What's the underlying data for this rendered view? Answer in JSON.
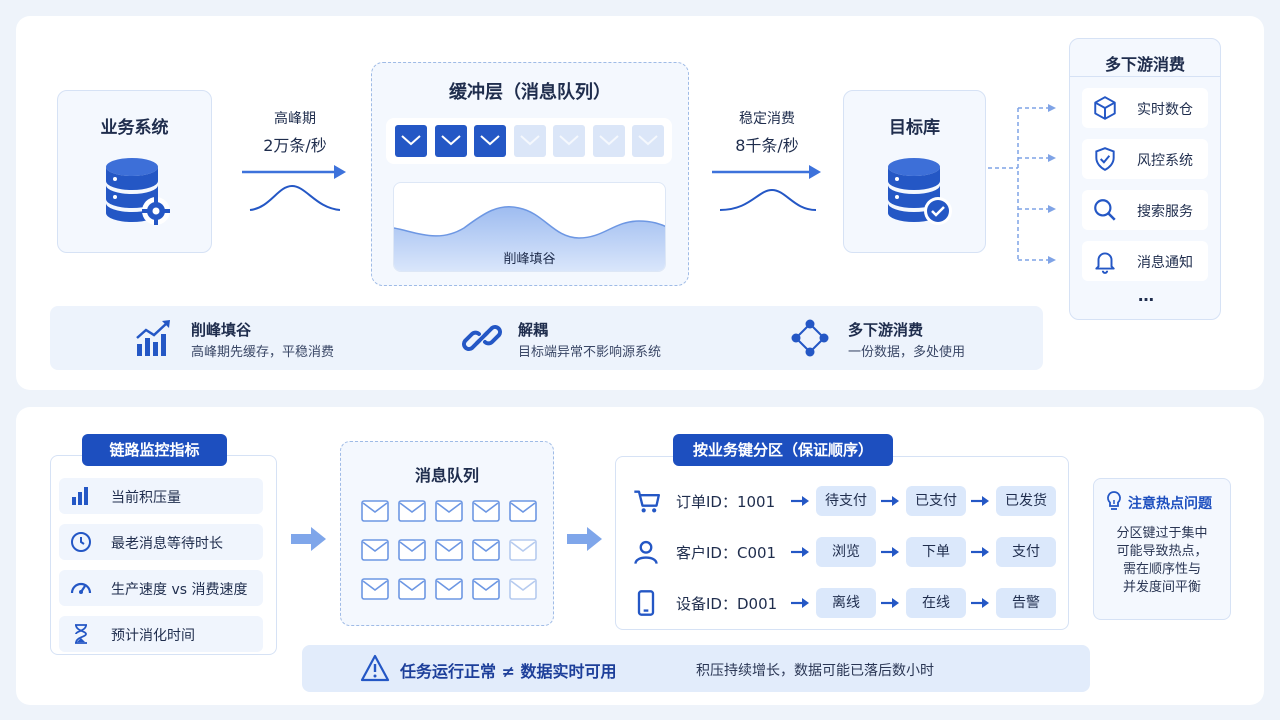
{
  "top": {
    "business_system": {
      "title": "业务系统",
      "icon": "database-gear-icon"
    },
    "peak_input": {
      "label": "高峰期",
      "rate": "2万条/秒"
    },
    "buffer": {
      "title": "缓冲层（消息队列）",
      "caption": "削峰填谷",
      "filled_slots": 3,
      "total_slots": 7
    },
    "stable_output": {
      "label": "稳定消费",
      "rate": "8千条/秒"
    },
    "target_db": {
      "title": "目标库",
      "icon": "database-check-icon"
    },
    "downstream": {
      "title": "多下游消费",
      "items": [
        {
          "label": "实时数仓",
          "icon": "cube-icon"
        },
        {
          "label": "风控系统",
          "icon": "shield-check-icon"
        },
        {
          "label": "搜索服务",
          "icon": "search-icon"
        },
        {
          "label": "消息通知",
          "icon": "bell-icon"
        }
      ],
      "more": "…"
    },
    "benefits": [
      {
        "title": "削峰填谷",
        "desc": "高峰期先缓存，平稳消费",
        "icon": "rising-chart-icon"
      },
      {
        "title": "解耦",
        "desc": "目标端异常不影响源系统",
        "icon": "link-icon"
      },
      {
        "title": "多下游消费",
        "desc": "一份数据，多处使用",
        "icon": "network-icon"
      }
    ]
  },
  "bottom": {
    "monitor": {
      "title": "链路监控指标",
      "items": [
        {
          "label": "当前积压量",
          "icon": "bar-chart-icon"
        },
        {
          "label": "最老消息等待时长",
          "icon": "clock-icon"
        },
        {
          "label": "生产速度 vs 消费速度",
          "icon": "gauge-icon"
        },
        {
          "label": "预计消化时间",
          "icon": "hourglass-icon"
        }
      ]
    },
    "queue": {
      "title": "消息队列"
    },
    "partition": {
      "title": "按业务键分区（保证顺序）",
      "rows": [
        {
          "key": "订单ID：1001",
          "icon": "cart-icon",
          "steps": [
            "待支付",
            "已支付",
            "已发货"
          ]
        },
        {
          "key": "客户ID：C001",
          "icon": "user-icon",
          "steps": [
            "浏览",
            "下单",
            "支付"
          ]
        },
        {
          "key": "设备ID：D001",
          "icon": "phone-icon",
          "steps": [
            "离线",
            "在线",
            "告警"
          ]
        }
      ]
    },
    "hotspot": {
      "title": "注意热点问题",
      "lines": [
        "分区键过于集中",
        "可能导致热点，",
        "需在顺序性与",
        "并发度间平衡"
      ],
      "icon": "lightbulb-icon"
    },
    "warning": {
      "main": "任务运行正常 ≠ 数据实时可用",
      "sub": "积压持续增长，数据可能已落后数小时",
      "icon": "warning-icon"
    }
  },
  "colors": {
    "accent": "#1d4fbf",
    "accent_light": "#4a7fe0",
    "bg": "#eef3fa"
  }
}
